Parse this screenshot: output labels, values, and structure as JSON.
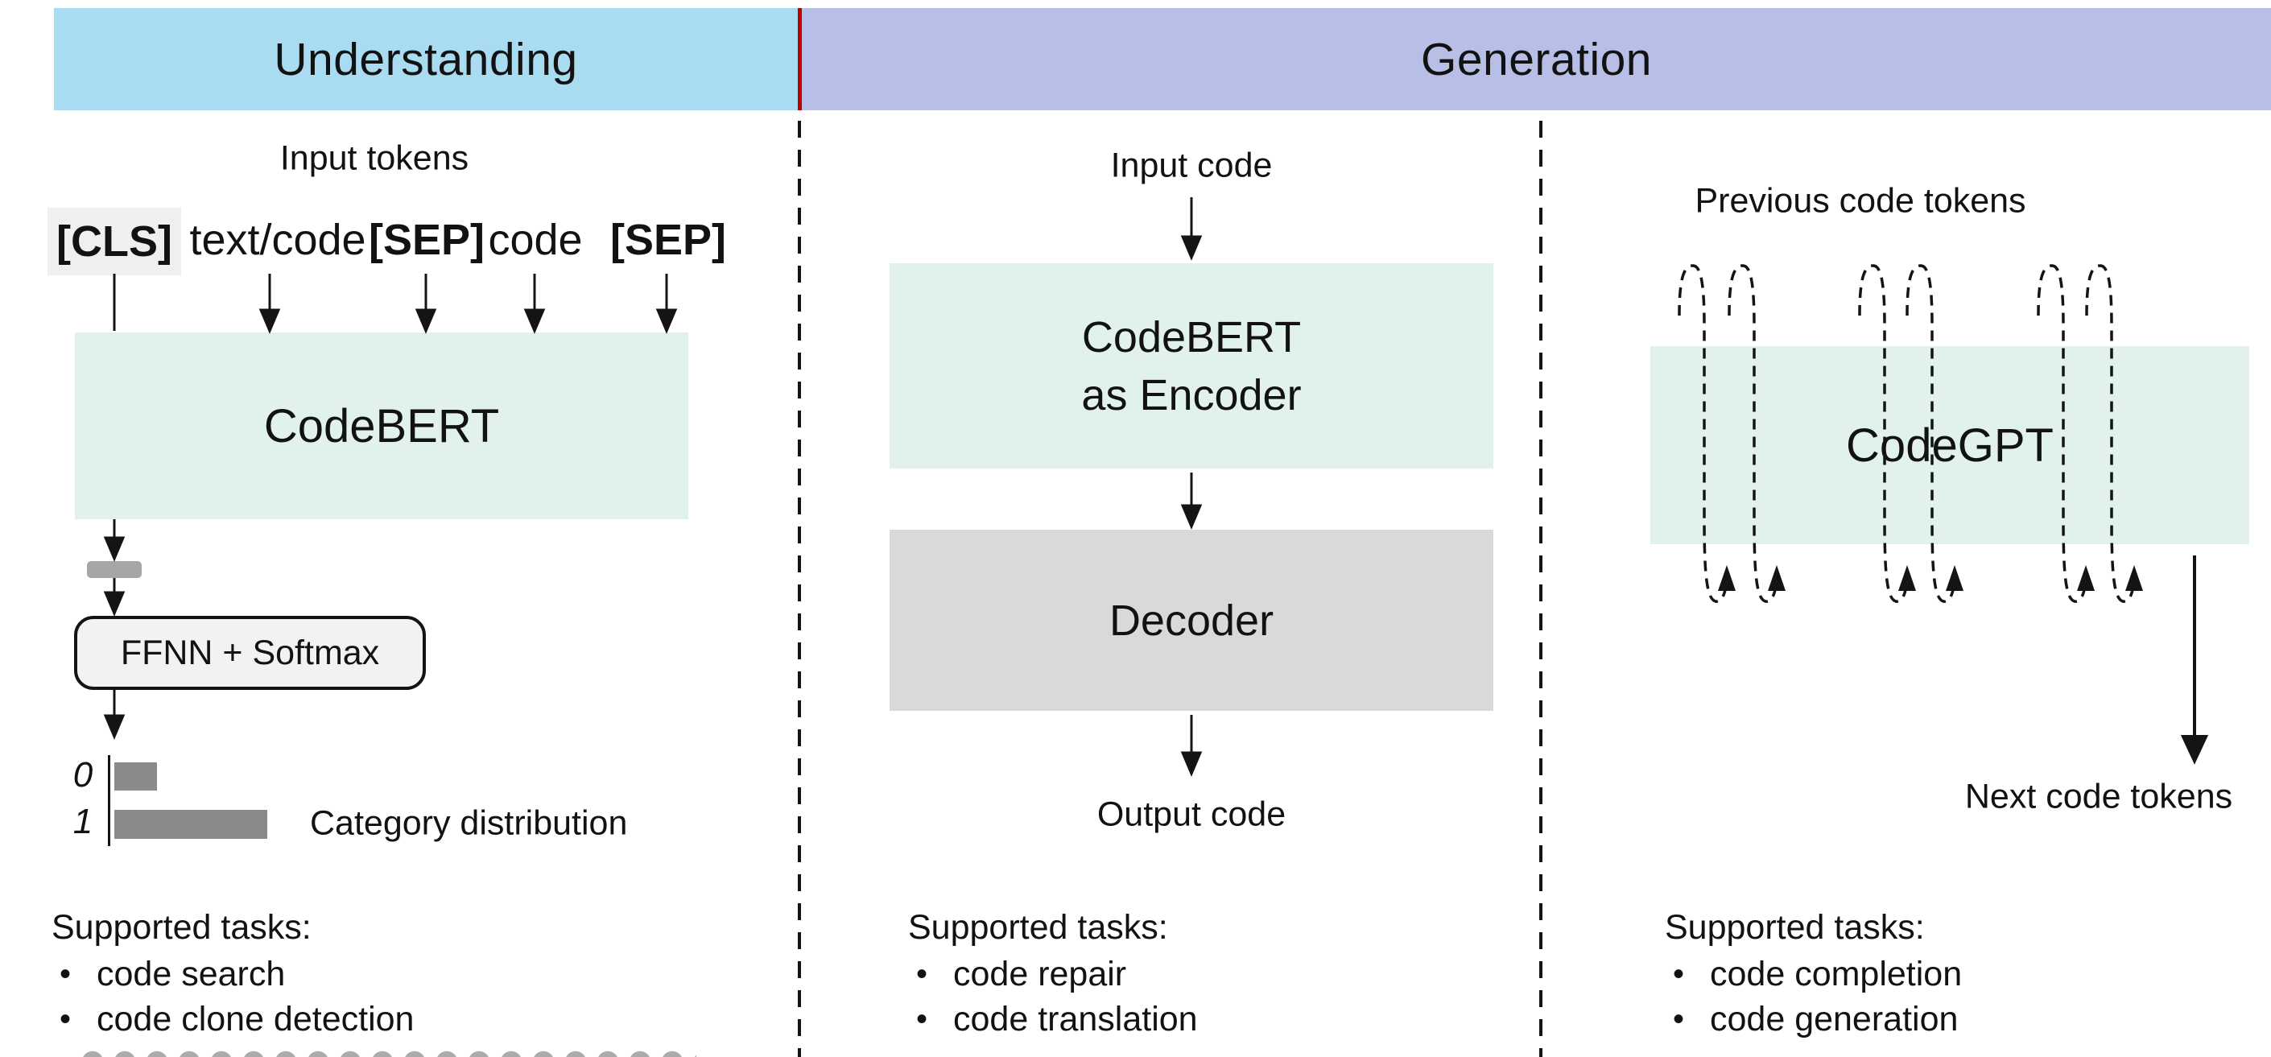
{
  "header": {
    "understanding": "Understanding",
    "generation": "Generation"
  },
  "understanding": {
    "input_label": "Input tokens",
    "tokens": [
      "[CLS]",
      "text/code",
      "[SEP]",
      "code",
      "[SEP]"
    ],
    "model": "CodeBERT",
    "classifier": "FFNN + Softmax",
    "tasks_title": "Supported tasks:",
    "tasks": [
      "code search",
      "code clone detection"
    ]
  },
  "generation_seq2seq": {
    "input_label": "Input code",
    "encoder_line1": "CodeBERT",
    "encoder_line2": "as Encoder",
    "decoder": "Decoder",
    "output_label": "Output code",
    "tasks_title": "Supported tasks:",
    "tasks": [
      "code repair",
      "code translation"
    ]
  },
  "generation_autoregressive": {
    "input_label": "Previous code tokens",
    "model": "CodeGPT",
    "output_label": "Next code tokens",
    "tasks_title": "Supported tasks:",
    "tasks": [
      "code completion",
      "code generation"
    ]
  },
  "chart_data": {
    "type": "bar",
    "orientation": "horizontal",
    "categories": [
      "0",
      "1"
    ],
    "values": [
      0.28,
      1.0
    ],
    "title": "Category distribution",
    "xlim": [
      0,
      1
    ],
    "grid": false,
    "bar_color": "#8a8a8a"
  },
  "colors": {
    "understanding_header": "#a9dcf1",
    "generation_header": "#b7bfe6",
    "header_divider_red": "#c00000",
    "model_box_mint": "#e0f2eb",
    "decoder_box_gray": "#d9d9d9",
    "cls_token_bg": "#efefef",
    "classifier_bg": "#f2f2f2",
    "embedding_chip": "#a6a6a6",
    "bar_gray": "#8a8a8a"
  }
}
